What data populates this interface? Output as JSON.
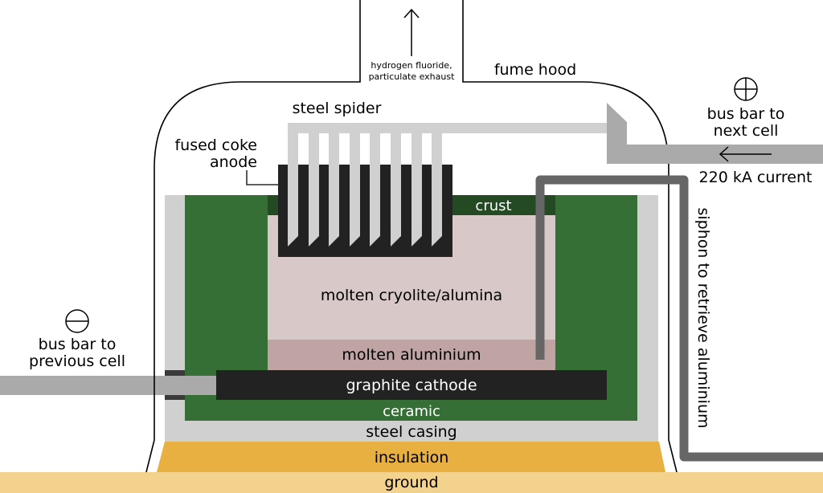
{
  "labels": {
    "exhaust_line1": "hydrogen fluoride,",
    "exhaust_line2": "particulate exhaust",
    "fume_hood": "fume hood",
    "steel_spider": "steel spider",
    "anode_line1": "fused coke",
    "anode_line2": "anode",
    "crust": "crust",
    "bus_next_line1": "bus bar to",
    "bus_next_line2": "next cell",
    "current": "220 kA current",
    "siphon": "siphon to retrieve aluminium",
    "cryolite": "molten cryolite/alumina",
    "molten_al": "molten aluminium",
    "cathode": "graphite cathode",
    "ceramic": "ceramic",
    "casing": "steel casing",
    "insulation": "insulation",
    "ground": "ground",
    "bus_prev_line1": "bus bar to",
    "bus_prev_line2": "previous cell"
  },
  "colors": {
    "steel": "#d0d0d0",
    "busbar": "#aaaaaa",
    "ceramic": "#356f35",
    "crust": "#234a23",
    "cryolite": "#d9c8c8",
    "molten_al": "#c0a3a3",
    "dark": "#222222",
    "siphon": "#666666",
    "insulation": "#e8b040",
    "ground": "#f2d28c"
  },
  "icons": [
    "plus-circle-icon",
    "minus-circle-icon",
    "arrow-up-icon",
    "arrow-left-icon"
  ]
}
